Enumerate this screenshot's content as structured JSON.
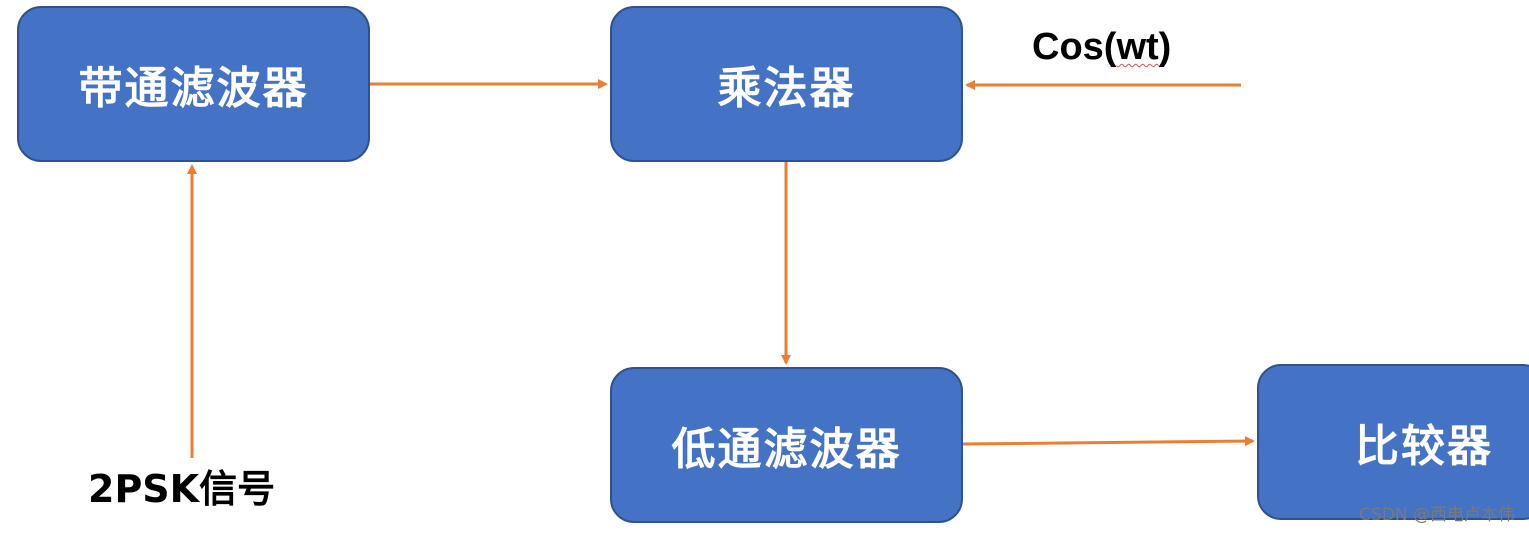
{
  "blocks": {
    "bandpass_filter": "带通滤波器",
    "multiplier": "乘法器",
    "lowpass_filter": "低通滤波器",
    "comparator": "比较器"
  },
  "labels": {
    "carrier": "Cos(wt)",
    "carrier_prefix": "Cos(",
    "carrier_squiggle": "wt",
    "carrier_suffix": ")",
    "input": "2PSK信号"
  },
  "watermark": "CSDN @西电卢本伟",
  "colors": {
    "block_fill": "#4472c4",
    "block_border": "#2f528f",
    "arrow": "#ed7d31"
  }
}
